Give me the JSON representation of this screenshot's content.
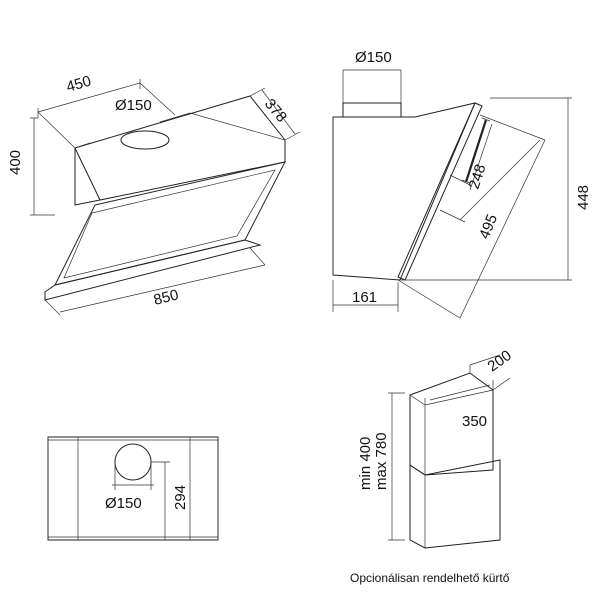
{
  "views": {
    "perspective": {
      "width_dim": "450",
      "depth_dim": "378",
      "height_dim": "400",
      "duct_dim": "Ø150",
      "bottom_width_dim": "850"
    },
    "side": {
      "duct_dim": "Ø150",
      "panel_short_dim": "248",
      "panel_long_dim": "495",
      "height_dim": "448",
      "depth_dim": "161"
    },
    "top": {
      "duct_dim": "Ø150",
      "offset_dim": "294"
    },
    "chimney": {
      "depth_dim": "200",
      "width_dim": "350",
      "height_min": "min 400",
      "height_max": "max 780"
    }
  },
  "caption": "Opcionálisan rendelhető kürtő"
}
